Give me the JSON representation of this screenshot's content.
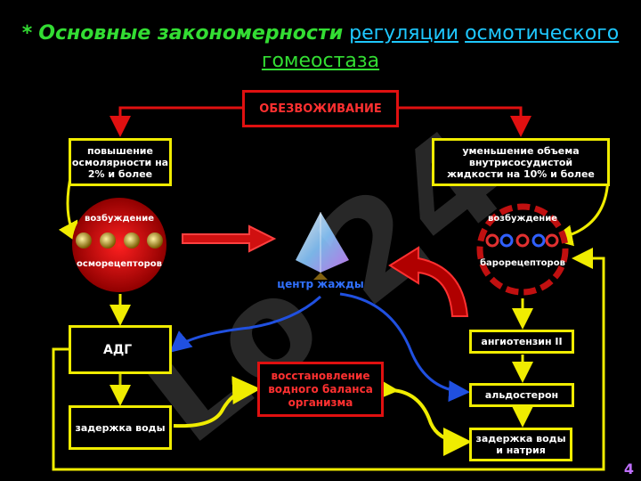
{
  "title": {
    "star": "*",
    "lead": "Основные закономерности",
    "link1": "регуляции",
    "link2": "осмотического",
    "line2": "гомеостаза"
  },
  "dehydration": "ОБЕЗВОЖИВАНИЕ",
  "left_top": "повышение осмолярности на 2% и более",
  "right_top": "уменьшение объема внутрисосудистой жидкости на 10% и более",
  "osmo_excitation": "возбуждение",
  "osmo_receptors": "осморецепторов",
  "baro_excitation": "возбуждение",
  "baro_receptors": "барорецепторов",
  "thirst_center": "центр жажды",
  "adh": "АДГ",
  "water_retention": "задержка воды",
  "restoration": "восстановление водного баланса организма",
  "angiotensin": "ангиотензин II",
  "aldosterone": "альдостерон",
  "water_sodium_retention": "задержка воды и натрия",
  "page_number": "4",
  "colors": {
    "yellow": "#f0ec00",
    "red": "#e01010",
    "blue": "#2050e0",
    "green": "#33dd33"
  }
}
